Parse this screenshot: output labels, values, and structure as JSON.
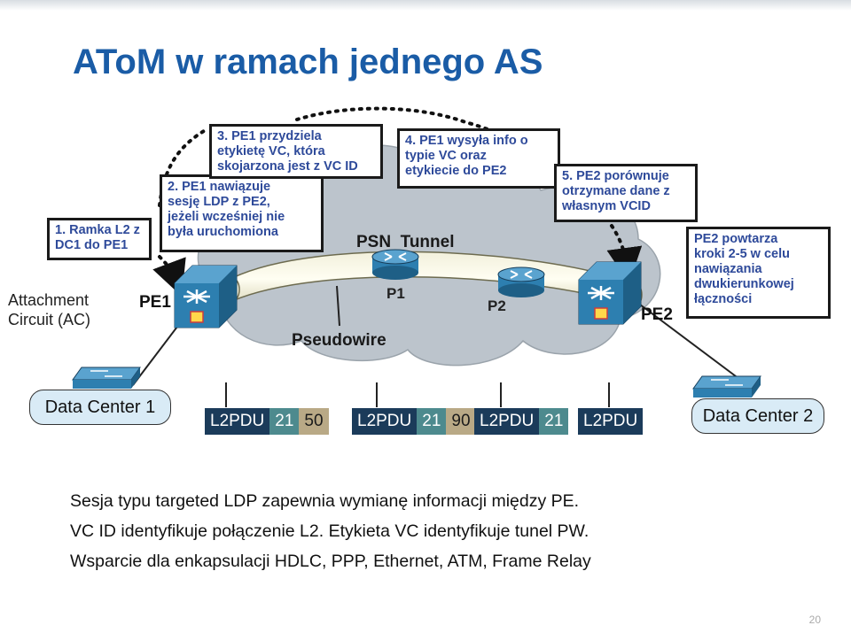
{
  "title": "AToM w ramach jednego AS",
  "callouts": {
    "step1": "1. Ramka L2 z\nDC1 do PE1",
    "step2": "2. PE1 nawiązuje\nsesję LDP z PE2,\njeżeli wcześniej nie\nbyła uruchomiona",
    "step3": "3. PE1 przydziela\netykietę VC, która\nskojarzona jest z VC ID",
    "step4": "4. PE1 wysyła info o\ntypie VC oraz\netykiecie do PE2",
    "step5": "5. PE2 porównuje\notrzymane dane z\nwłasnym VCID",
    "step6": "PE2 powtarza\nkroki 2-5 w celu\nnawiązania\ndwukierunkowej\nłączności"
  },
  "labels": {
    "attachment": "Attachment\nCircuit (AC)",
    "pe1": "PE1",
    "pe2": "PE2",
    "p1": "P1",
    "p2": "P2",
    "psn_tunnel": "PSN  Tunnel",
    "pseudowire": "Pseudowire",
    "dc1": "Data Center 1",
    "dc2": "Data Center 2"
  },
  "pdus": [
    {
      "l2": "L2PDU",
      "vc": "21",
      "tunnel": "50"
    },
    {
      "l2": "L2PDU",
      "vc": "21",
      "tunnel": "90"
    },
    {
      "l2": "L2PDU",
      "vc": "21"
    },
    {
      "l2": "L2PDU"
    }
  ],
  "bottom_text": [
    "Sesja typu targeted LDP zapewnia wymianę informacji między PE.",
    "VC ID identyfikuje połączenie L2. Etykieta VC identyfikuje tunel PW.",
    "Wsparcie dla enkapsulacji HDLC, PPP, Ethernet, ATM, Frame Relay"
  ],
  "page_number": "20",
  "colors": {
    "title": "#1a5ca6",
    "callout_text": "#2e4a9a",
    "cloud": "#bcc4cc",
    "router": "#2d7fb0",
    "pdu_l2": "#1b3b5a",
    "pdu_vc": "#4d8a8e",
    "pdu_tunnel": "#b9a986",
    "dc_box": "#d9ebf6"
  }
}
